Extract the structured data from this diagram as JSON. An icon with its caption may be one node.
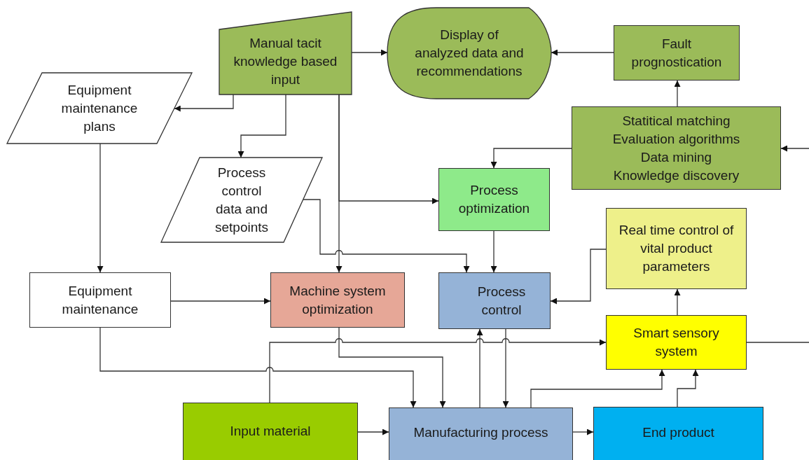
{
  "diagram": {
    "nodes": [
      {
        "text": [
          "Manual tacit knowledge based input"
        ]
      },
      {
        "text": [
          "Display of analyzed data and recommendations"
        ]
      },
      {
        "text": [
          "Fault prognostication"
        ]
      },
      {
        "text": [
          "Equipment maintenance plans"
        ]
      },
      {
        "text": [
          "Statitical matching",
          "Evaluation algorithms",
          "Data mining",
          "Knowledge discovery"
        ]
      },
      {
        "text": [
          "Process control data and setpoints"
        ]
      },
      {
        "text": [
          "Process optimization"
        ]
      },
      {
        "text": [
          "Real time control of vital product parameters"
        ]
      },
      {
        "text": [
          "Equipment maintenance"
        ]
      },
      {
        "text": [
          "Machine system optimization"
        ]
      },
      {
        "text": [
          "Process control"
        ]
      },
      {
        "text": [
          "Smart sensory system"
        ]
      },
      {
        "text": [
          "Input material"
        ]
      },
      {
        "text": [
          "Manufacturing process"
        ]
      },
      {
        "text": [
          "End product"
        ]
      }
    ],
    "edges": [
      {
        "from": 0,
        "to": 1,
        "arrow": "to"
      },
      {
        "from": 0,
        "to": 3,
        "arrow": "to"
      },
      {
        "from": 0,
        "to": 5,
        "arrow": "to"
      },
      {
        "from": 0,
        "to": 9,
        "arrow": "to"
      },
      {
        "from": 0,
        "to": 6,
        "arrow": "to"
      },
      {
        "from": 2,
        "to": 1,
        "arrow": "to"
      },
      {
        "from": 4,
        "to": 2,
        "arrow": "to"
      },
      {
        "from": 4,
        "to": 6,
        "arrow": "to"
      },
      {
        "from": null,
        "to": 4,
        "arrow": "to"
      },
      {
        "from": 5,
        "to": 10,
        "arrow": "to"
      },
      {
        "from": 6,
        "to": 10,
        "arrow": "to"
      },
      {
        "from": 7,
        "to": 10,
        "arrow": "to"
      },
      {
        "from": 3,
        "to": 8,
        "arrow": "to"
      },
      {
        "from": 8,
        "to": 9,
        "arrow": "to"
      },
      {
        "from": 8,
        "to": 13,
        "arrow": "to"
      },
      {
        "from": 9,
        "to": 13,
        "arrow": "to"
      },
      {
        "from": 12,
        "to": 11,
        "arrow": "to"
      },
      {
        "from": 13,
        "to": 10,
        "arrow": "to"
      },
      {
        "from": 10,
        "to": 13,
        "arrow": "to"
      },
      {
        "from": 13,
        "to": 11,
        "arrow": "to"
      },
      {
        "from": 14,
        "to": 11,
        "arrow": "to"
      },
      {
        "from": 11,
        "to": 7,
        "arrow": "to"
      },
      {
        "from": 11,
        "to": null,
        "arrow": "none"
      },
      {
        "from": 12,
        "to": 13,
        "arrow": "to"
      },
      {
        "from": 13,
        "to": 14,
        "arrow": "to"
      }
    ]
  }
}
